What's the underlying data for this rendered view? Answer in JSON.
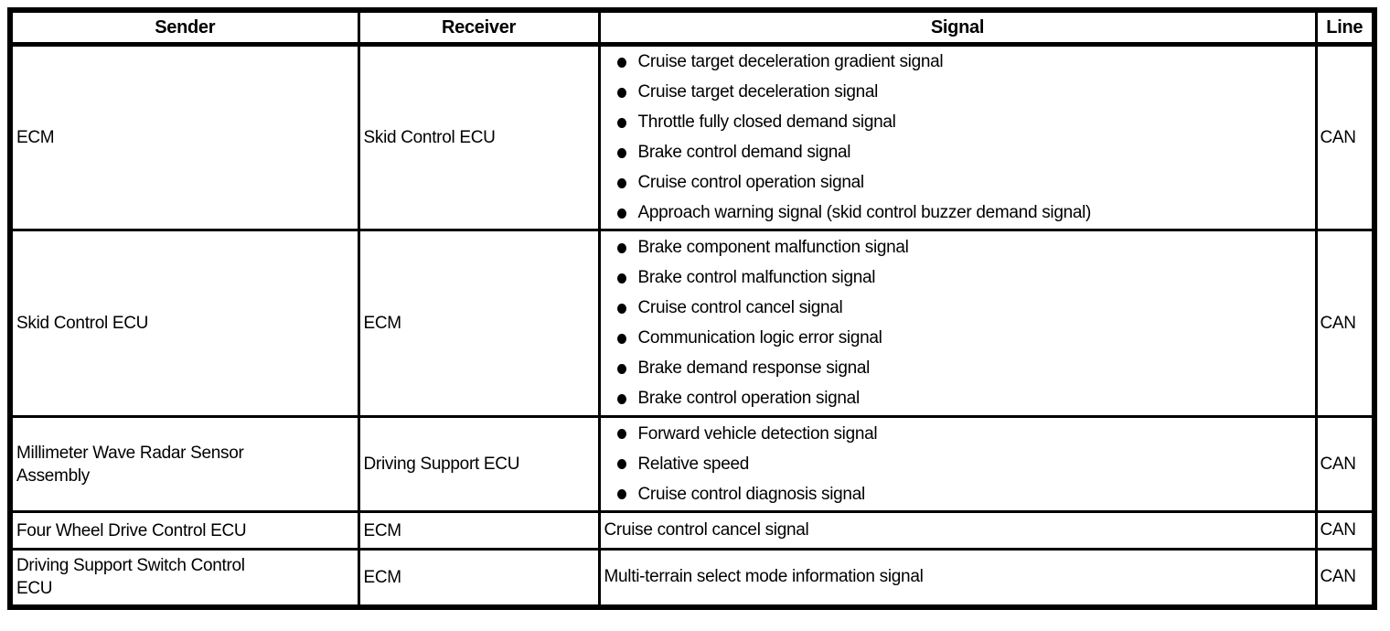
{
  "table": {
    "headers": {
      "sender": "Sender",
      "receiver": "Receiver",
      "signal": "Signal",
      "line": "Line"
    },
    "rows": [
      {
        "sender": "ECM",
        "receiver": "Skid Control ECU",
        "signals": [
          "Cruise target deceleration gradient signal",
          "Cruise target deceleration signal",
          "Throttle fully closed demand signal",
          "Brake control demand signal",
          "Cruise control operation signal",
          "Approach warning signal (skid control buzzer demand signal)"
        ],
        "line": "CAN"
      },
      {
        "sender": "Skid Control ECU",
        "receiver": "ECM",
        "signals": [
          "Brake component malfunction signal",
          "Brake control malfunction signal",
          "Cruise control cancel signal",
          "Communication logic error signal",
          "Brake demand response signal",
          "Brake control operation signal"
        ],
        "line": "CAN"
      },
      {
        "sender": "Millimeter Wave Radar Sensor\nAssembly",
        "receiver": "Driving Support ECU",
        "signals": [
          "Forward vehicle detection signal",
          "Relative speed",
          "Cruise control diagnosis signal"
        ],
        "line": "CAN"
      },
      {
        "sender": "Four Wheel Drive Control ECU",
        "receiver": "ECM",
        "signals": [
          "Cruise control cancel signal"
        ],
        "line": "CAN"
      },
      {
        "sender": "Driving Support Switch Control\nECU",
        "receiver": "ECM",
        "signals": [
          "Multi-terrain select mode information signal"
        ],
        "line": "CAN"
      }
    ]
  }
}
